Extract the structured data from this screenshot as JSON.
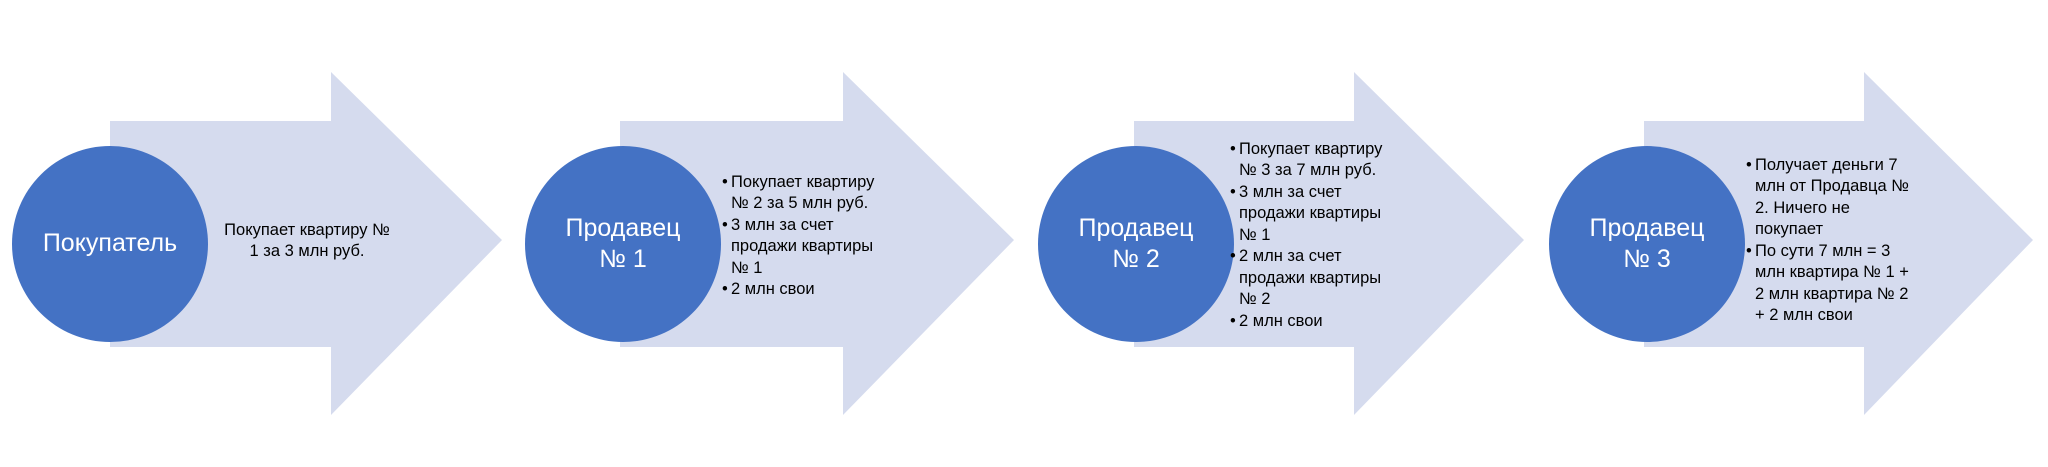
{
  "colors": {
    "circle_fill": "#4472c4",
    "arrow_fill": "#d5dbee",
    "circle_text": "#ffffff",
    "body_text": "#000000"
  },
  "stages": [
    {
      "circle_label": "Покупатель",
      "description": "Покупает квартиру №\n1 за 3 млн руб."
    },
    {
      "circle_label": "Продавец\n№ 1",
      "bullets": [
        "Покупает квартиру\n№ 2 за 5 млн руб.",
        "3 млн за счет\nпродажи квартиры\n№ 1",
        "2 млн свои"
      ]
    },
    {
      "circle_label": "Продавец\n№ 2",
      "bullets": [
        "Покупает квартиру\n№ 3 за 7 млн руб.",
        "3 млн за счет\nпродажи квартиры\n№ 1",
        "2 млн за счет\nпродажи квартиры\n№ 2",
        "2 млн свои"
      ]
    },
    {
      "circle_label": "Продавец\n№ 3",
      "bullets": [
        "Получает деньги 7\nмлн от Продавца №\n2. Ничего не\nпокупает",
        "По сути 7 млн = 3\nмлн квартира № 1 +\n2 млн квартира № 2\n+ 2 млн свои"
      ]
    }
  ]
}
